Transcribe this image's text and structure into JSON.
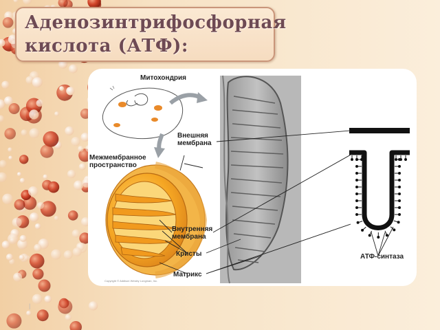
{
  "slide": {
    "title_lines": [
      "Аденозинтрифосфорная",
      "кислота (АТФ):"
    ],
    "page_mark": "|"
  },
  "diagram": {
    "labels": {
      "mitochondria": "Митохондрия",
      "outer_membrane": [
        "Внешняя",
        "мембрана"
      ],
      "intermembrane_space": [
        "Межмембранное",
        "пространство"
      ],
      "inner_membrane": [
        "Внутренняя",
        "мембрана"
      ],
      "cristae": "Кристы",
      "matrix": "Матрикс",
      "atp_synthase": "АТФ-синтаза"
    },
    "copyright": "Copyright © Addison Wesley Longman, Inc."
  },
  "colors": {
    "background": "#f7e6c8",
    "title": "#6e4a54",
    "mitochondrion_orange": "#f0a020",
    "bead_red": "#c8311b"
  }
}
